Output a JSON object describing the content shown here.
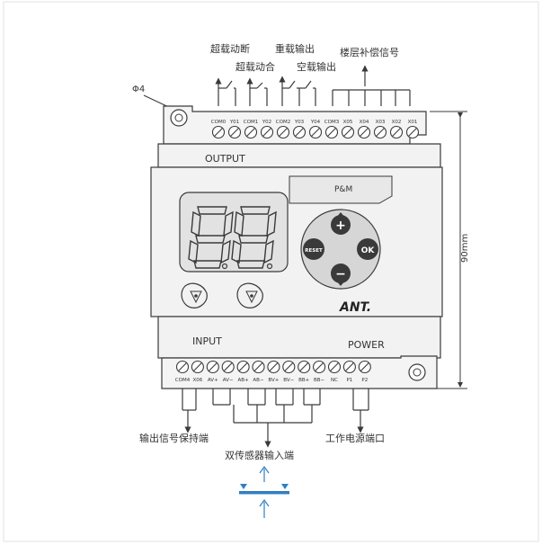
{
  "labels": {
    "top": [
      "超载动断",
      "重载输出",
      "楼层补偿信号",
      "超载动合",
      "空载输出"
    ],
    "hole": "Φ4",
    "output": "OUTPUT",
    "pm": "P&M",
    "brand": "ANT.",
    "input": "INPUT",
    "power": "POWER",
    "dimension": "90mm",
    "bottom": [
      "输出信号保持端",
      "工作电源端口",
      "双传感器输入端"
    ]
  },
  "display": {
    "digits": "8.8."
  },
  "buttons": {
    "reset": "RESET",
    "ok": "OK",
    "up": "+",
    "down": "−"
  },
  "top_terminals": [
    "COM0",
    "Y01",
    "COM1",
    "Y02",
    "COM2",
    "Y03",
    "Y04",
    "COM3",
    "X05",
    "X04",
    "X03",
    "X02",
    "X01"
  ],
  "bottom_terminals": [
    "COM4",
    "X06",
    "AV+",
    "AV−",
    "AB+",
    "AB−",
    "BV+",
    "BV−",
    "BB+",
    "BB−",
    "NC",
    "P1",
    "P2"
  ],
  "colors": {
    "line": "#3a3a3a",
    "device_fill": "#f2f2f2",
    "panel": "#e4e4e4",
    "accent": "#2f7fc1"
  }
}
